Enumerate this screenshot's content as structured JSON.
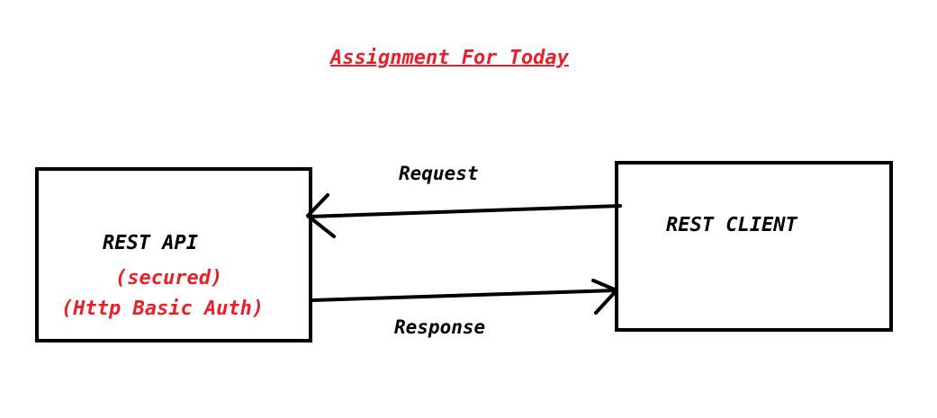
{
  "title": "Assignment For Today",
  "nodes": {
    "api": {
      "label": "REST API",
      "note_1": "(secured)",
      "note_2": "(Http Basic Auth)"
    },
    "client": {
      "label": "REST CLIENT"
    }
  },
  "edges": [
    {
      "from": "client",
      "to": "api",
      "label": "Request"
    },
    {
      "from": "api",
      "to": "client",
      "label": "Response"
    }
  ],
  "colors": {
    "accent_red": "#e8202a",
    "ink": "#000000"
  }
}
